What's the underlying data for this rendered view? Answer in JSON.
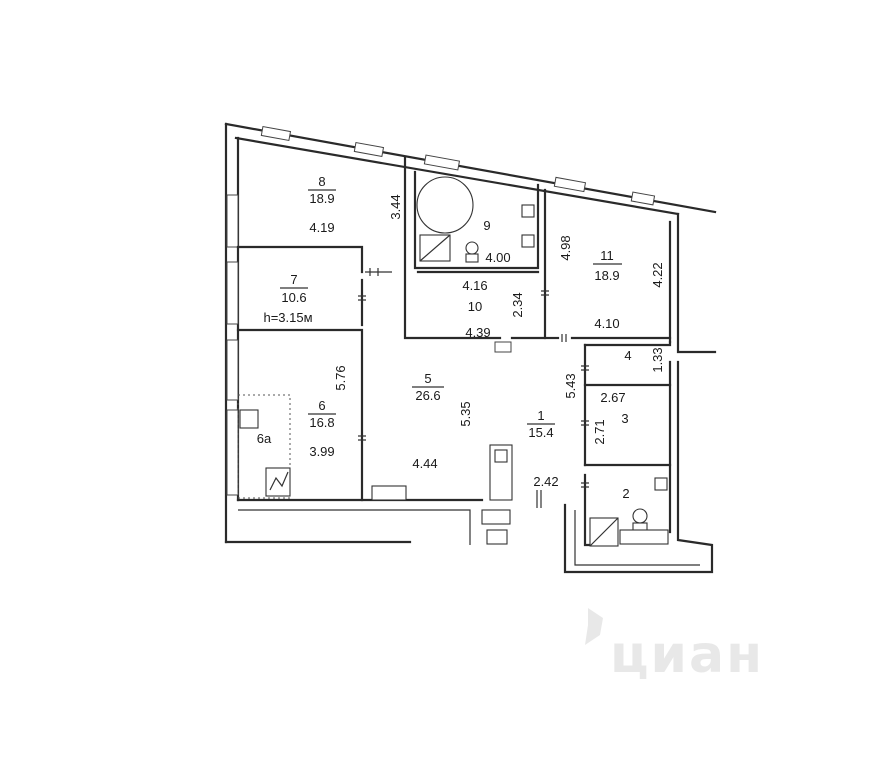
{
  "plan": {
    "rooms": [
      {
        "id": "8",
        "number": "8",
        "area": "18.9",
        "dims": [
          "4.19",
          "3.44"
        ]
      },
      {
        "id": "9",
        "number": "9",
        "area": "",
        "dims": [
          "4.00"
        ]
      },
      {
        "id": "11",
        "number": "11",
        "area": "18.9",
        "dims": [
          "4.98",
          "4.22",
          "4.10"
        ]
      },
      {
        "id": "7",
        "number": "7",
        "area": "10.6",
        "dims": [
          "h=3.15м"
        ]
      },
      {
        "id": "10",
        "number": "10",
        "area": "",
        "dims": [
          "4.16",
          "2.34",
          "4.39"
        ]
      },
      {
        "id": "4",
        "number": "4",
        "area": "",
        "dims": [
          "1.33"
        ]
      },
      {
        "id": "5",
        "number": "5",
        "area": "26.6",
        "dims": [
          "5.35",
          "4.44"
        ]
      },
      {
        "id": "6",
        "number": "6",
        "area": "16.8",
        "dims": [
          "5.76",
          "3.99"
        ]
      },
      {
        "id": "6a",
        "number": "6а",
        "area": "",
        "dims": []
      },
      {
        "id": "1",
        "number": "1",
        "area": "15.4",
        "dims": [
          "5.43",
          "2.42"
        ]
      },
      {
        "id": "3",
        "number": "3",
        "area": "",
        "dims": [
          "2.67",
          "2.71"
        ]
      },
      {
        "id": "2",
        "number": "2",
        "area": "",
        "dims": []
      }
    ],
    "watermark": "циан"
  }
}
